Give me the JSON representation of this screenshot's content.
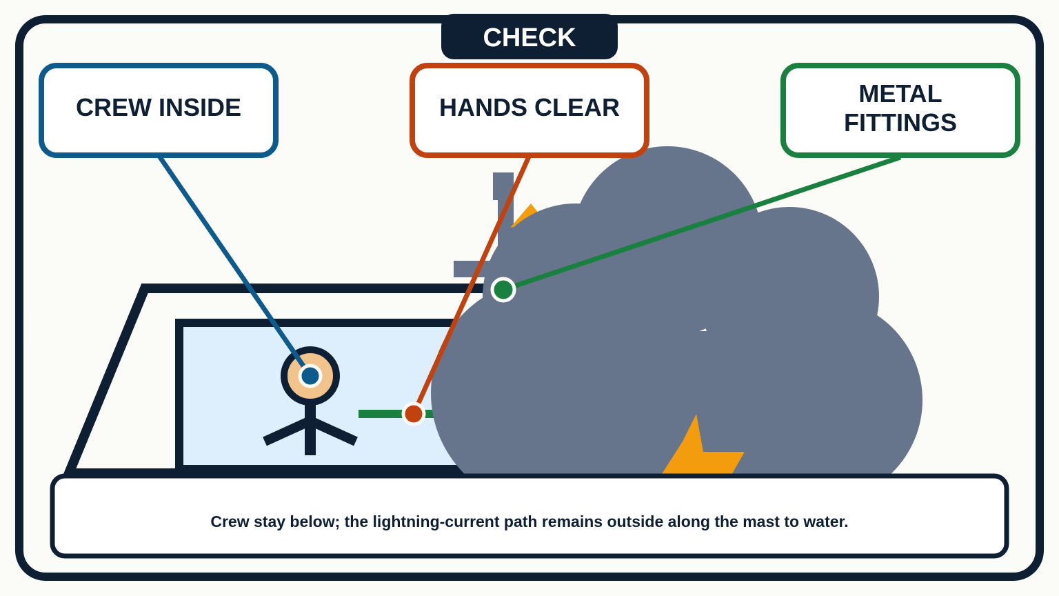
{
  "header": {
    "title": "CHECK"
  },
  "callouts": [
    {
      "id": "crew",
      "lines": [
        "CREW INSIDE"
      ],
      "color": "#0d5a8c"
    },
    {
      "id": "hands",
      "lines": [
        "HANDS CLEAR"
      ],
      "color": "#c2420f"
    },
    {
      "id": "metal",
      "lines": [
        "METAL",
        "FITTINGS"
      ],
      "color": "#1a8040"
    }
  ],
  "caption": "Crew stay below; the lightning-current path remains outside along the mast to water.",
  "colors": {
    "frame": "#0f1f33",
    "background": "#fbfbf7",
    "cabin_fill": "#ddeefc",
    "cloud": "#66758c",
    "lightning": "#f29c0e",
    "head": "#f2c48c",
    "mast": "#66758c"
  },
  "icons": [
    "crew-figure-icon",
    "storm-cloud-icon",
    "lightning-bolt-icon",
    "boat-hull-icon",
    "mast-icon"
  ]
}
